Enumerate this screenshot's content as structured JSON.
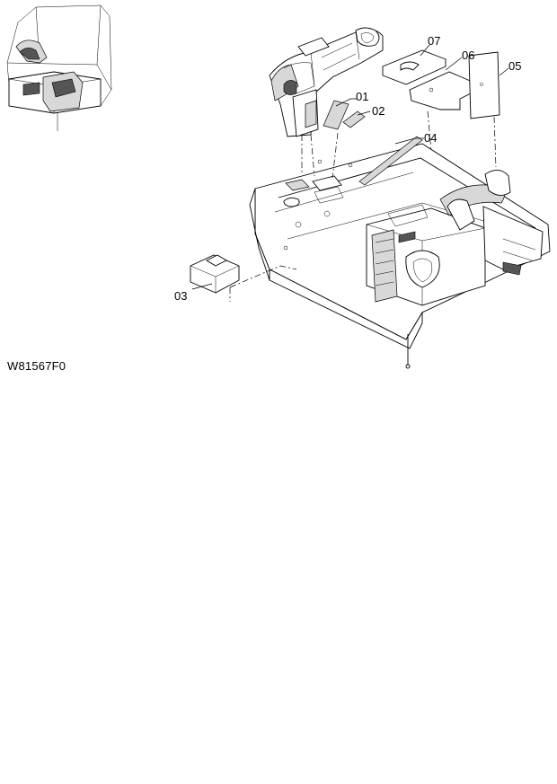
{
  "drawing": {
    "figure_code": "W81567F0",
    "callouts": [
      {
        "id": "01",
        "label": "01"
      },
      {
        "id": "02",
        "label": "02"
      },
      {
        "id": "03",
        "label": "03"
      },
      {
        "id": "04",
        "label": "04"
      },
      {
        "id": "05",
        "label": "05"
      },
      {
        "id": "06",
        "label": "06"
      },
      {
        "id": "07",
        "label": "07"
      }
    ]
  }
}
